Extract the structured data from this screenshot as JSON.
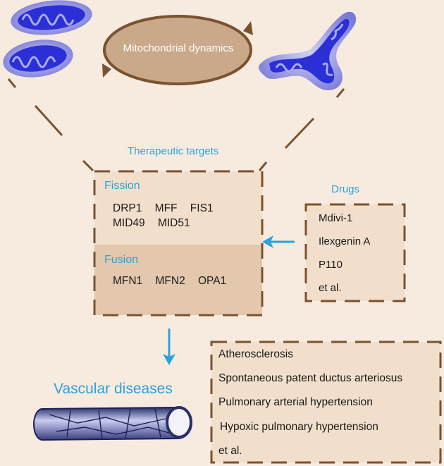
{
  "dynamics_label": "Mitochondrial dynamics",
  "therapeutic_targets_label": "Therapeutic targets",
  "fission": {
    "heading": "Fission",
    "row1": "DRP1   MFF   FIS1",
    "row2": "MID49   MID51"
  },
  "fusion": {
    "heading": "Fusion",
    "row1": "MFN1   MFN2   OPA1"
  },
  "drugs": {
    "heading": "Drugs",
    "items": [
      "Mdivi-1",
      "Ilexgenin A",
      "P110",
      "et al."
    ]
  },
  "vascular": {
    "heading": "Vascular diseases",
    "items": [
      "Atherosclerosis",
      "Spontaneous patent ductus arteriosus",
      "Pulmonary arterial hypertension",
      "Hypoxic pulmonary hypertension",
      " et al."
    ]
  },
  "colors": {
    "background": "#f7ebe0",
    "brown": "#7a5230",
    "accent_blue": "#2aa3dc",
    "cycle_fill": "#c9a98a",
    "box_top": "#f2dfcb",
    "box_bottom": "#e3c8ad",
    "mito_blue": "#2b2fd6"
  }
}
